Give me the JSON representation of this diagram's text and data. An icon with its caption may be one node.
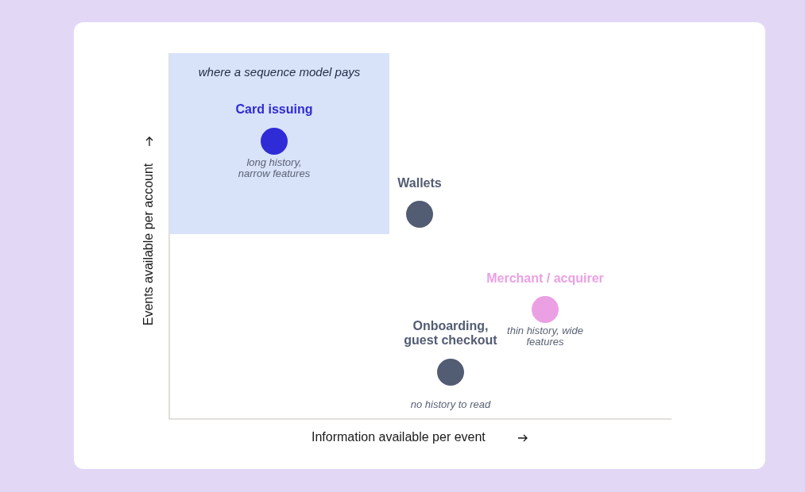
{
  "diagram": {
    "nodes": [
      {
        "text": [
          "where a sequence model pays"
        ]
      },
      {
        "text": [
          "Card issuing"
        ],
        "beside": [
          "long history, narrow features"
        ],
        "in": 0
      },
      {
        "text": [
          "Wallets"
        ]
      },
      {
        "text": [
          "Merchant / acquirer"
        ],
        "beside": [
          "thin history, wide features"
        ]
      },
      {
        "text": [
          "Onboarding, guest checkout"
        ],
        "beside": [
          "no history to read"
        ]
      }
    ],
    "labels": [
      "Events available per account",
      "Information available per event"
    ]
  }
}
